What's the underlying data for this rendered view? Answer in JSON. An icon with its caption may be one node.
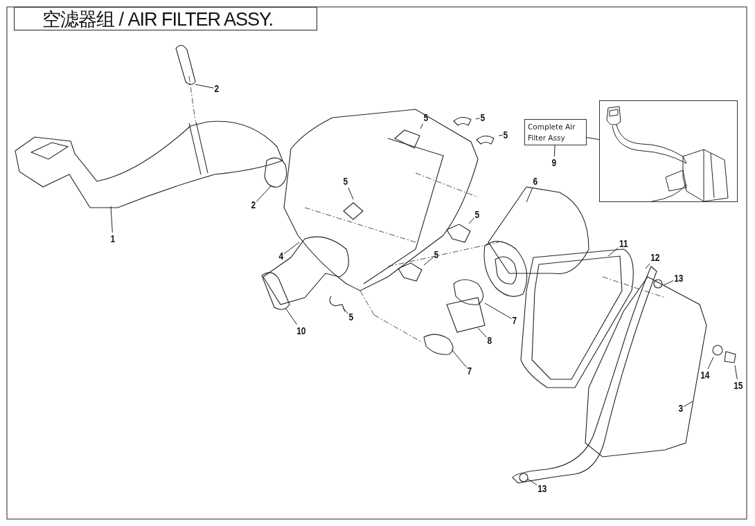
{
  "diagram": {
    "title": "空滤器组 / AIR FILTER ASSY.",
    "nodes": [
      {
        "text": [
          "Complete Air Filter Assy"
        ]
      },
      {
        "text": [],
        "shape": "picture"
      },
      {
        "text": [
          "2"
        ]
      },
      {
        "text": [
          "5"
        ]
      },
      {
        "text": [
          "5"
        ]
      },
      {
        "text": [
          "5"
        ]
      },
      {
        "text": [
          "9"
        ]
      },
      {
        "text": [
          "6"
        ]
      },
      {
        "text": [
          "5"
        ]
      },
      {
        "text": [
          "2"
        ]
      },
      {
        "text": [
          "5"
        ]
      },
      {
        "text": [
          "1"
        ]
      },
      {
        "text": [
          "11"
        ]
      },
      {
        "text": [
          "4"
        ]
      },
      {
        "text": [
          "12"
        ]
      },
      {
        "text": [
          "5"
        ]
      },
      {
        "text": [
          "13"
        ]
      },
      {
        "text": [
          "5"
        ]
      },
      {
        "text": [
          "7"
        ]
      },
      {
        "text": [
          "10"
        ]
      },
      {
        "text": [
          "8"
        ]
      },
      {
        "text": [
          "7"
        ]
      },
      {
        "text": [
          "14"
        ]
      },
      {
        "text": [
          "15"
        ]
      },
      {
        "text": [
          "3"
        ]
      },
      {
        "text": [
          "13"
        ]
      }
    ],
    "edges": [
      {
        "from": 2,
        "to": null,
        "arrow": "none"
      },
      {
        "from": 3,
        "to": null,
        "arrow": "none"
      },
      {
        "from": 4,
        "to": null,
        "arrow": "none"
      },
      {
        "from": 5,
        "to": null,
        "arrow": "none"
      },
      {
        "from": 6,
        "to": 0,
        "arrow": "none"
      },
      {
        "from": 7,
        "to": null,
        "arrow": "none"
      },
      {
        "from": 8,
        "to": null,
        "arrow": "none"
      },
      {
        "from": 9,
        "to": null,
        "arrow": "none"
      },
      {
        "from": 10,
        "to": null,
        "arrow": "none"
      },
      {
        "from": 11,
        "to": null,
        "arrow": "none"
      },
      {
        "from": 12,
        "to": null,
        "arrow": "none"
      },
      {
        "from": 13,
        "to": null,
        "arrow": "none"
      },
      {
        "from": 14,
        "to": null,
        "arrow": "none"
      },
      {
        "from": 15,
        "to": null,
        "arrow": "none"
      },
      {
        "from": 16,
        "to": null,
        "arrow": "none"
      },
      {
        "from": 17,
        "to": null,
        "arrow": "none"
      },
      {
        "from": 18,
        "to": null,
        "arrow": "none"
      },
      {
        "from": 19,
        "to": null,
        "arrow": "none"
      },
      {
        "from": 20,
        "to": null,
        "arrow": "none"
      },
      {
        "from": 21,
        "to": null,
        "arrow": "none"
      },
      {
        "from": 22,
        "to": null,
        "arrow": "none"
      },
      {
        "from": 23,
        "to": null,
        "arrow": "none"
      },
      {
        "from": 24,
        "to": null,
        "arrow": "none"
      },
      {
        "from": 25,
        "to": null,
        "arrow": "none"
      },
      {
        "from": 0,
        "to": 1,
        "arrow": "none"
      }
    ]
  }
}
